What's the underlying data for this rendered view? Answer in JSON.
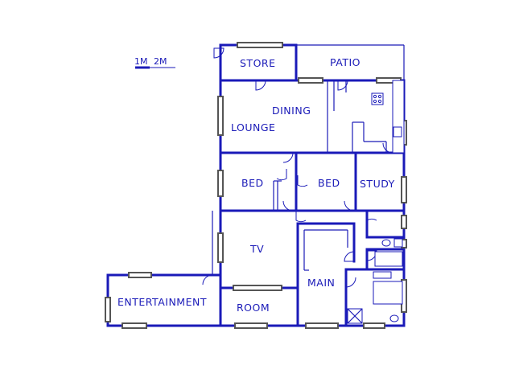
{
  "scale": {
    "label_1": "1M",
    "label_2": "2M"
  },
  "rooms": {
    "store": "STORE",
    "patio": "PATIO",
    "dining": "DINING",
    "lounge": "LOUNGE",
    "bed_1": "BED",
    "bed_2": "BED",
    "study": "STUDY",
    "tv": "TV",
    "main": "MAIN",
    "entertainment": "ENTERTAINMENT",
    "room": "ROOM"
  },
  "colors": {
    "walls": "#1a1ab8",
    "windows": "#555555",
    "background": "#ffffff"
  }
}
